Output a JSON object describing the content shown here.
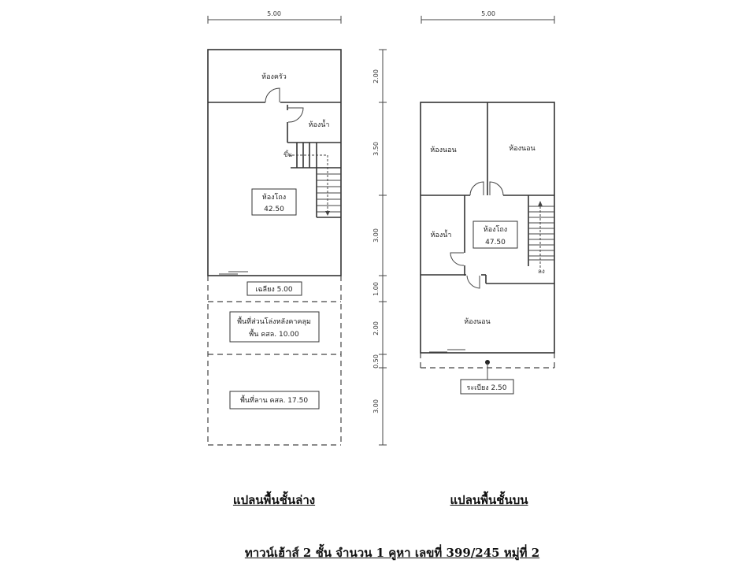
{
  "dimensions": {
    "width_top": "5.00",
    "vertical": [
      "2.00",
      "3.50",
      "3.00",
      "1.00",
      "2.00",
      "0.50",
      "3.00"
    ]
  },
  "ground_floor": {
    "kitchen": "ห้องครัว",
    "bathroom": "ห้องน้ำ",
    "stair_mark": "ขึ้น",
    "hall_label": "ห้องโถง",
    "hall_area": "42.50",
    "porch": "เฉลียง 5.00",
    "covered_open_line1": "พื้นที่ส่วนโล่งหลังคาคลุม",
    "covered_open_line2": "พื้น คสล. 10.00",
    "yard": "พื้นที่ลาน คสล. 17.50",
    "title": "แปลนพื้นชั้นล่าง"
  },
  "upper_floor": {
    "bedroom_1": "ห้องนอน",
    "bedroom_2": "ห้องนอน",
    "bathroom": "ห้องน้ำ",
    "hall_label": "ห้องโถง",
    "hall_area": "47.50",
    "bedroom_3": "ห้องนอน",
    "balcony": "ระเบียง 2.50",
    "stair_mark": "ลง",
    "title": "แปลนพื้นชั้นบน"
  },
  "caption": "ทาวน์เฮ้าส์ 2 ชั้น จำนวน 1 คูหา เลขที่ 399/245 หมู่ที่ 2"
}
